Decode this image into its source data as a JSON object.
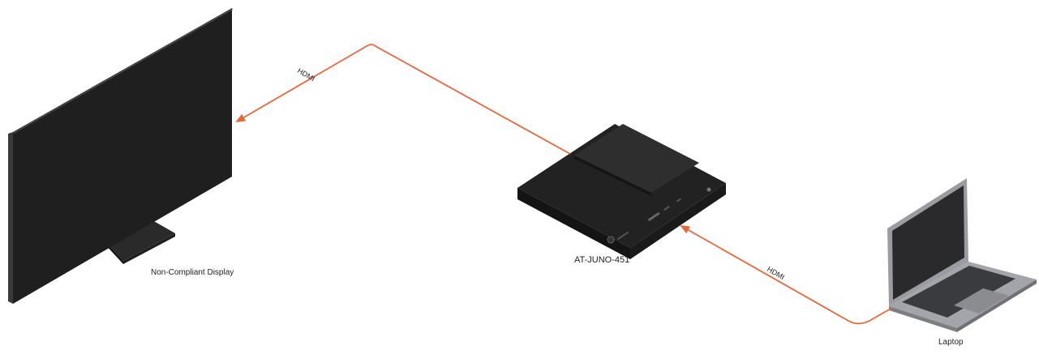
{
  "devices": {
    "display": {
      "label": "Non-Compliant Display"
    },
    "device": {
      "label": "AT-JUNO-451"
    },
    "laptop": {
      "label": "Laptop"
    }
  },
  "connections": [
    {
      "label": "HDMI",
      "from": "device",
      "to": "display",
      "color": "#e8673a"
    },
    {
      "label": "HDMI",
      "from": "laptop",
      "to": "device",
      "color": "#e8673a"
    }
  ],
  "colors": {
    "cable": "#e8673a",
    "device_dark": "#1b1b1b",
    "laptop_body": "#8e9096"
  }
}
